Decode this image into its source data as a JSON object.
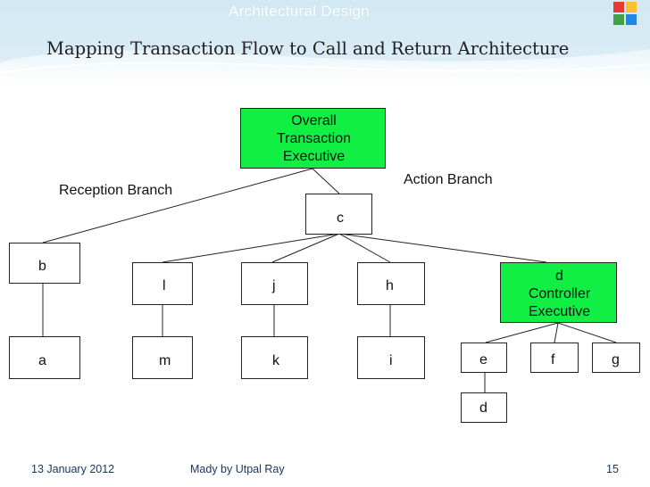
{
  "header": {
    "banner": "Architectural Design",
    "title": "Mapping Transaction Flow to Call and Return Architecture"
  },
  "colors": {
    "highlight_node": "#11ee44",
    "footer_text": "#17365d",
    "header_band": "#d6ebf5"
  },
  "diagram": {
    "labels": {
      "reception_branch": "Reception Branch",
      "action_branch": "Action Branch"
    },
    "nodes": {
      "overall": "Overall\nTransaction\nExecutive",
      "c": "c",
      "b": "b",
      "a": "a",
      "l": "l",
      "m": "m",
      "j": "j",
      "k": "k",
      "h": "h",
      "i": "i",
      "d_ctrl": "d\nController\nExecutive",
      "e": "e",
      "f": "f",
      "g": "g",
      "d": "d"
    }
  },
  "footer": {
    "date": "13 January 2012",
    "author": "Mady by  Utpal Ray",
    "page": "15"
  }
}
